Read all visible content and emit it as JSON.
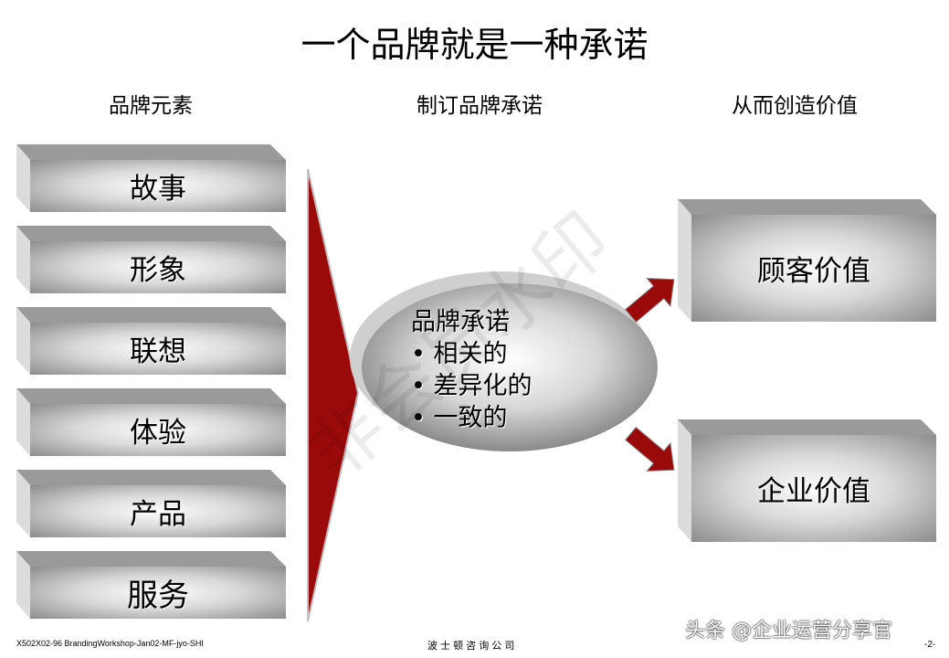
{
  "title": "一个品牌就是一种承诺",
  "columns": [
    "品牌元素",
    "制订品牌承诺",
    "从而创造价值"
  ],
  "elements": [
    "故事",
    "形象",
    "联想",
    "体验",
    "产品",
    "服务"
  ],
  "promise": {
    "heading": "品牌承诺",
    "bullets": [
      "• 相关的",
      "• 差异化的",
      "• 一致的"
    ]
  },
  "values": [
    "顾客价值",
    "企业价值"
  ],
  "watermark": "非会员水印",
  "footer": {
    "left": "X502X02-96 BrandingWorkshop-Jan02-MF-jyo-SHI",
    "center": "波 士 顿 咨 询 公 司",
    "page": "-2-",
    "credit": "头条 @企业运营分享官"
  },
  "colors": {
    "red": "#9b0a0a",
    "gray": "#9a9a9a"
  }
}
